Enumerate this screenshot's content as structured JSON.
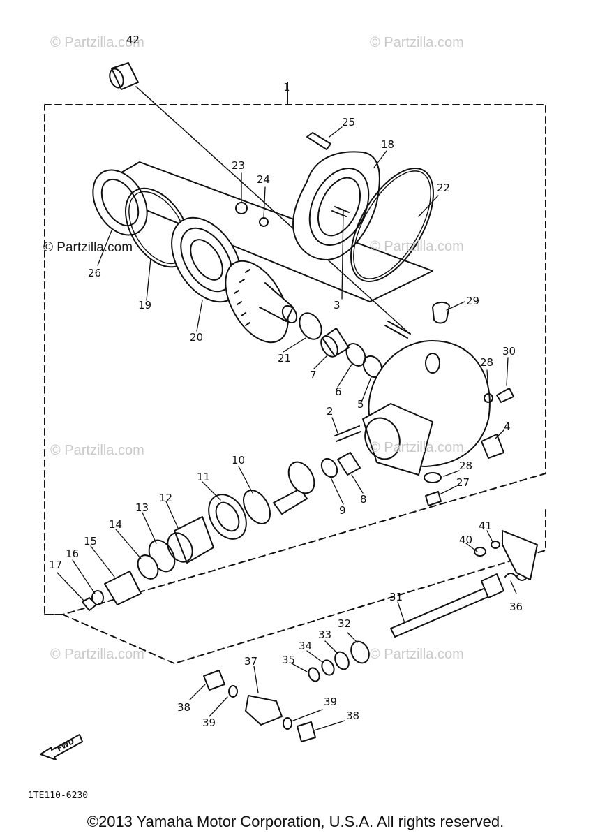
{
  "watermarks": [
    {
      "id": "wm-1",
      "text": "© Partzilla.com",
      "dark": false
    },
    {
      "id": "wm-2",
      "text": "© Partzilla.com",
      "dark": false
    },
    {
      "id": "wm-3",
      "text": "© Partzilla.com",
      "dark": true
    },
    {
      "id": "wm-4",
      "text": "© Partzilla.com",
      "dark": false
    },
    {
      "id": "wm-5",
      "text": "© Partzilla.com",
      "dark": false
    },
    {
      "id": "wm-6",
      "text": "© Partzilla.com",
      "dark": false
    },
    {
      "id": "wm-7",
      "text": "© Partzilla.com",
      "dark": false
    },
    {
      "id": "wm-8",
      "text": "© Partzilla.com",
      "dark": false
    }
  ],
  "callouts": [
    "42",
    "1",
    "25",
    "18",
    "23",
    "24",
    "22",
    "26",
    "19",
    "20",
    "3",
    "29",
    "21",
    "7",
    "6",
    "5",
    "28",
    "30",
    "2",
    "4",
    "10",
    "11",
    "12",
    "13",
    "14",
    "15",
    "16",
    "17",
    "9",
    "8",
    "28",
    "27",
    "41",
    "40",
    "31",
    "36",
    "32",
    "33",
    "34",
    "35",
    "37",
    "38",
    "39",
    "39",
    "38"
  ],
  "fwd_label": "FWD",
  "diagram_code": "1TE110-6230",
  "copyright": "©2013 Yamaha Motor Corporation, U.S.A. All rights reserved."
}
